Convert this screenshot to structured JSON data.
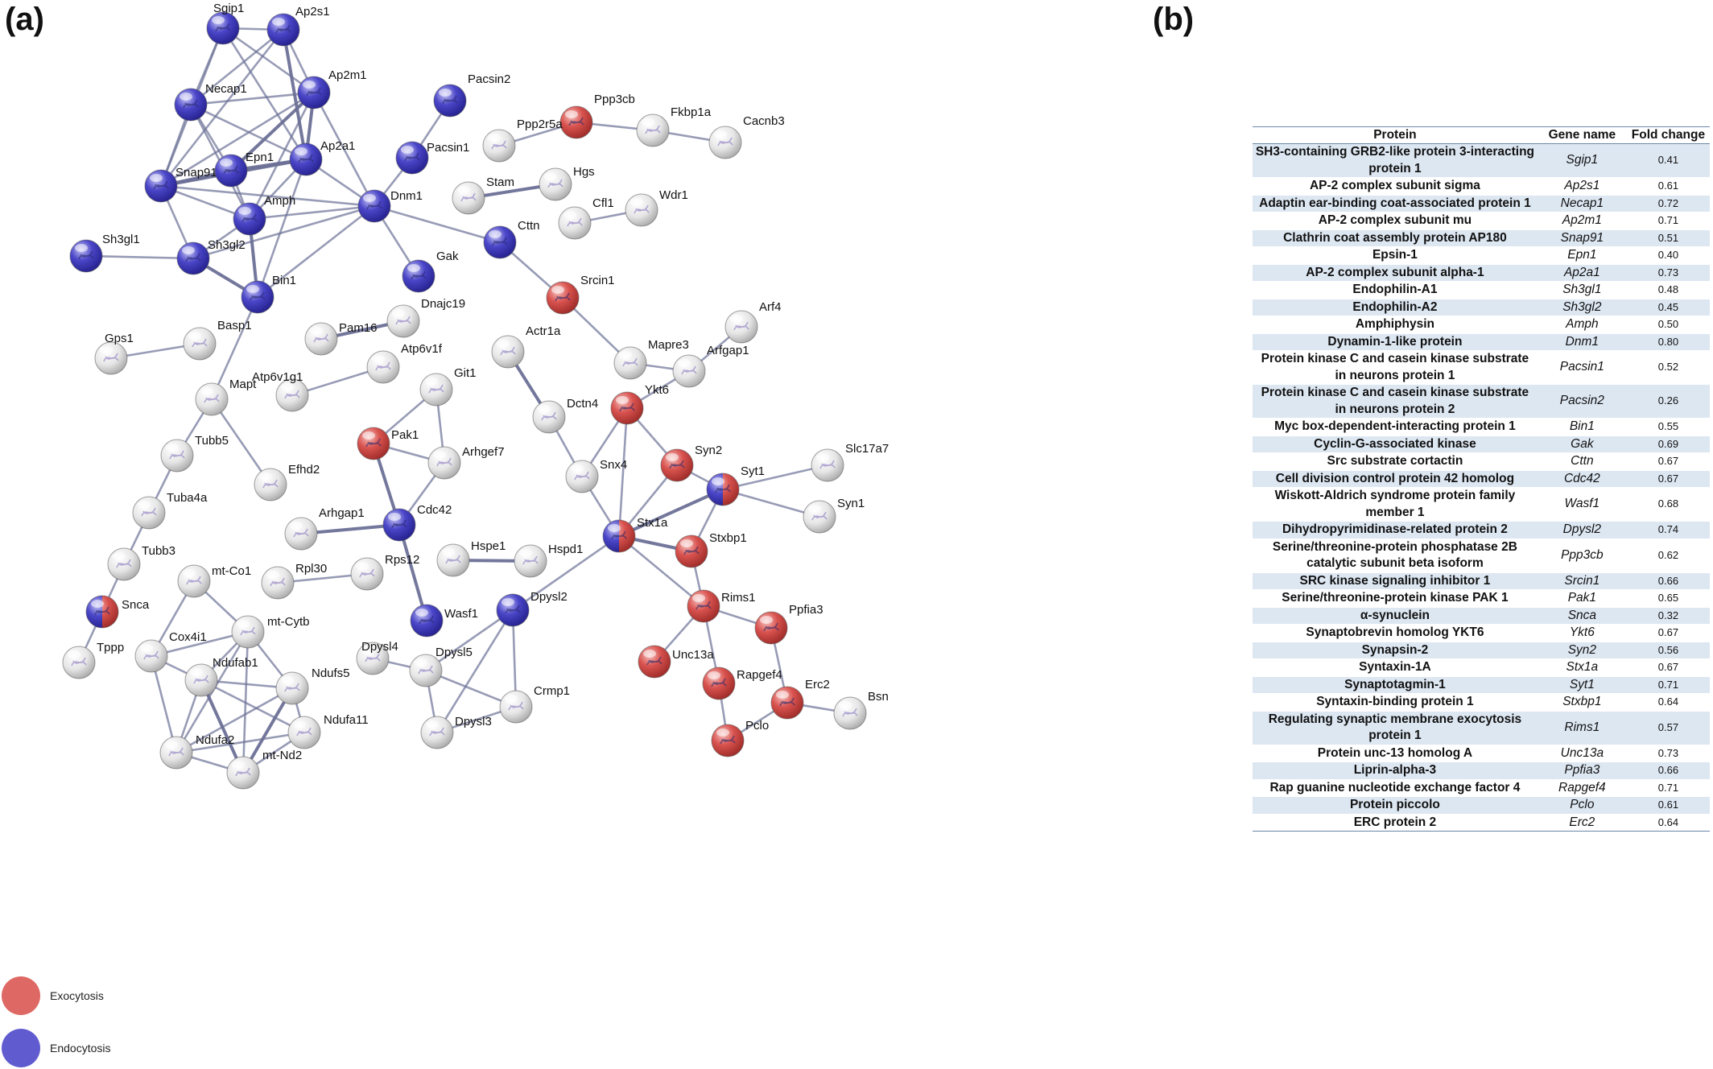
{
  "panel_labels": {
    "network": "(a)",
    "table": "(b)"
  },
  "colors": {
    "exocytosis": "#d9534f",
    "endocytosis": "#4a46c8",
    "neutral": "#e4e4e4",
    "edge": "#6b7096"
  },
  "legend": [
    {
      "label": "Exocytosis",
      "category": "exo"
    },
    {
      "label": "Endocytosis",
      "category": "endo"
    }
  ],
  "network": {
    "nodes": [
      {
        "id": "Sgip1",
        "cat": "endo"
      },
      {
        "id": "Ap2s1",
        "cat": "endo"
      },
      {
        "id": "Necap1",
        "cat": "endo"
      },
      {
        "id": "Ap2m1",
        "cat": "endo"
      },
      {
        "id": "Snap91",
        "cat": "endo"
      },
      {
        "id": "Epn1",
        "cat": "endo"
      },
      {
        "id": "Ap2a1",
        "cat": "endo"
      },
      {
        "id": "Sh3gl1",
        "cat": "endo"
      },
      {
        "id": "Sh3gl2",
        "cat": "endo"
      },
      {
        "id": "Amph",
        "cat": "endo"
      },
      {
        "id": "Dnm1",
        "cat": "endo"
      },
      {
        "id": "Pacsin1",
        "cat": "endo"
      },
      {
        "id": "Pacsin2",
        "cat": "endo"
      },
      {
        "id": "Bin1",
        "cat": "endo"
      },
      {
        "id": "Gak",
        "cat": "endo"
      },
      {
        "id": "Cttn",
        "cat": "endo"
      },
      {
        "id": "Cdc42",
        "cat": "endo"
      },
      {
        "id": "Wasf1",
        "cat": "endo"
      },
      {
        "id": "Dpysl2",
        "cat": "endo"
      },
      {
        "id": "Ppp3cb",
        "cat": "exo"
      },
      {
        "id": "Srcin1",
        "cat": "exo"
      },
      {
        "id": "Pak1",
        "cat": "exo"
      },
      {
        "id": "Ykt6",
        "cat": "exo"
      },
      {
        "id": "Syn2",
        "cat": "exo"
      },
      {
        "id": "Stxbp1",
        "cat": "exo"
      },
      {
        "id": "Rims1",
        "cat": "exo"
      },
      {
        "id": "Ppfia3",
        "cat": "exo"
      },
      {
        "id": "Unc13a",
        "cat": "exo"
      },
      {
        "id": "Rapgef4",
        "cat": "exo"
      },
      {
        "id": "Erc2",
        "cat": "exo"
      },
      {
        "id": "Pclo",
        "cat": "exo"
      },
      {
        "id": "Snca",
        "cat": "both"
      },
      {
        "id": "Syt1",
        "cat": "both"
      },
      {
        "id": "Stx1a",
        "cat": "both"
      },
      {
        "id": "Fkbp1a",
        "cat": "none"
      },
      {
        "id": "Cacnb3",
        "cat": "none"
      },
      {
        "id": "Ppp2r5a",
        "cat": "none"
      },
      {
        "id": "Stam",
        "cat": "none"
      },
      {
        "id": "Hgs",
        "cat": "none"
      },
      {
        "id": "Cfl1",
        "cat": "none"
      },
      {
        "id": "Wdr1",
        "cat": "none"
      },
      {
        "id": "Gps1",
        "cat": "none"
      },
      {
        "id": "Basp1",
        "cat": "none"
      },
      {
        "id": "Pam16",
        "cat": "none"
      },
      {
        "id": "Dnajc19",
        "cat": "none"
      },
      {
        "id": "Atp6v1g1",
        "cat": "none"
      },
      {
        "id": "Atp6v1f",
        "cat": "none"
      },
      {
        "id": "Mapt",
        "cat": "none"
      },
      {
        "id": "Tubb5",
        "cat": "none"
      },
      {
        "id": "Efhd2",
        "cat": "none"
      },
      {
        "id": "Tuba4a",
        "cat": "none"
      },
      {
        "id": "Tubb3",
        "cat": "none"
      },
      {
        "id": "Tppp",
        "cat": "none"
      },
      {
        "id": "Actr1a",
        "cat": "none"
      },
      {
        "id": "Dctn4",
        "cat": "none"
      },
      {
        "id": "Mapre3",
        "cat": "none"
      },
      {
        "id": "Arfgap1",
        "cat": "none"
      },
      {
        "id": "Arf4",
        "cat": "none"
      },
      {
        "id": "Git1",
        "cat": "none"
      },
      {
        "id": "Arhgef7",
        "cat": "none"
      },
      {
        "id": "Snx4",
        "cat": "none"
      },
      {
        "id": "Slc17a7",
        "cat": "none"
      },
      {
        "id": "Syn1",
        "cat": "none"
      },
      {
        "id": "Arhgap1",
        "cat": "none"
      },
      {
        "id": "Rps12",
        "cat": "none"
      },
      {
        "id": "Rpl30",
        "cat": "none"
      },
      {
        "id": "Hspe1",
        "cat": "none"
      },
      {
        "id": "Hspd1",
        "cat": "none"
      },
      {
        "id": "mt-Co1",
        "cat": "none"
      },
      {
        "id": "Cox4i1",
        "cat": "none"
      },
      {
        "id": "mt-Cytb",
        "cat": "none"
      },
      {
        "id": "Ndufab1",
        "cat": "none"
      },
      {
        "id": "Ndufs5",
        "cat": "none"
      },
      {
        "id": "Ndufa11",
        "cat": "none"
      },
      {
        "id": "Ndufa2",
        "cat": "none"
      },
      {
        "id": "mt-Nd2",
        "cat": "none"
      },
      {
        "id": "Dpysl4",
        "cat": "none"
      },
      {
        "id": "Dpysl5",
        "cat": "none"
      },
      {
        "id": "Crmp1",
        "cat": "none"
      },
      {
        "id": "Dpysl3",
        "cat": "none"
      },
      {
        "id": "Bsn",
        "cat": "none"
      }
    ],
    "edges": [
      [
        "Sgip1",
        "Ap2s1"
      ],
      [
        "Sgip1",
        "Necap1"
      ],
      [
        "Sgip1",
        "Ap2m1"
      ],
      [
        "Sgip1",
        "Ap2a1"
      ],
      [
        "Sgip1",
        "Snap91"
      ],
      [
        "Ap2s1",
        "Necap1"
      ],
      [
        "Ap2s1",
        "Ap2m1"
      ],
      [
        "Ap2s1",
        "Ap2a1"
      ],
      [
        "Ap2s1",
        "Snap91"
      ],
      [
        "Necap1",
        "Ap2m1"
      ],
      [
        "Necap1",
        "Ap2a1"
      ],
      [
        "Necap1",
        "Snap91"
      ],
      [
        "Necap1",
        "Epn1"
      ],
      [
        "Necap1",
        "Amph"
      ],
      [
        "Ap2m1",
        "Ap2a1"
      ],
      [
        "Ap2m1",
        "Snap91"
      ],
      [
        "Ap2m1",
        "Epn1"
      ],
      [
        "Ap2m1",
        "Dnm1"
      ],
      [
        "Ap2m1",
        "Amph"
      ],
      [
        "Snap91",
        "Epn1"
      ],
      [
        "Snap91",
        "Ap2a1"
      ],
      [
        "Snap91",
        "Amph"
      ],
      [
        "Snap91",
        "Sh3gl2"
      ],
      [
        "Epn1",
        "Ap2a1"
      ],
      [
        "Epn1",
        "Amph"
      ],
      [
        "Ap2a1",
        "Dnm1"
      ],
      [
        "Ap2a1",
        "Amph"
      ],
      [
        "Ap2a1",
        "Bin1"
      ],
      [
        "Sh3gl1",
        "Sh3gl2"
      ],
      [
        "Sh3gl2",
        "Amph"
      ],
      [
        "Sh3gl2",
        "Dnm1"
      ],
      [
        "Sh3gl2",
        "Bin1"
      ],
      [
        "Amph",
        "Dnm1"
      ],
      [
        "Amph",
        "Bin1"
      ],
      [
        "Bin1",
        "Dnm1"
      ],
      [
        "Dnm1",
        "Pacsin1"
      ],
      [
        "Pacsin1",
        "Pacsin2"
      ],
      [
        "Dnm1",
        "Gak"
      ],
      [
        "Dnm1",
        "Cttn"
      ],
      [
        "Dnm1",
        "Snap91"
      ],
      [
        "Cttn",
        "Srcin1"
      ],
      [
        "Ppp2r5a",
        "Ppp3cb"
      ],
      [
        "Ppp3cb",
        "Fkbp1a"
      ],
      [
        "Fkbp1a",
        "Cacnb3"
      ],
      [
        "Stam",
        "Hgs"
      ],
      [
        "Cfl1",
        "Wdr1"
      ],
      [
        "Gps1",
        "Basp1"
      ],
      [
        "Pam16",
        "Dnajc19"
      ],
      [
        "Atp6v1g1",
        "Atp6v1f"
      ],
      [
        "Bin1",
        "Mapt"
      ],
      [
        "Mapt",
        "Tubb5"
      ],
      [
        "Mapt",
        "Efhd2"
      ],
      [
        "Tubb5",
        "Tuba4a"
      ],
      [
        "Tuba4a",
        "Tubb3"
      ],
      [
        "Tubb3",
        "Snca"
      ],
      [
        "Snca",
        "Tppp"
      ],
      [
        "Srcin1",
        "Mapre3"
      ],
      [
        "Mapre3",
        "Arfgap1"
      ],
      [
        "Arfgap1",
        "Arf4"
      ],
      [
        "Arfgap1",
        "Ykt6"
      ],
      [
        "Actr1a",
        "Dctn4"
      ],
      [
        "Dctn4",
        "Snx4"
      ],
      [
        "Git1",
        "Arhgef7"
      ],
      [
        "Git1",
        "Pak1"
      ],
      [
        "Pak1",
        "Arhgef7"
      ],
      [
        "Pak1",
        "Cdc42"
      ],
      [
        "Arhgef7",
        "Cdc42"
      ],
      [
        "Arhgap1",
        "Cdc42"
      ],
      [
        "Cdc42",
        "Wasf1"
      ],
      [
        "Rps12",
        "Rpl30"
      ],
      [
        "Hspe1",
        "Hspd1"
      ],
      [
        "Ykt6",
        "Snx4"
      ],
      [
        "Ykt6",
        "Syn2"
      ],
      [
        "Ykt6",
        "Stx1a"
      ],
      [
        "Snx4",
        "Stx1a"
      ],
      [
        "Syn2",
        "Stx1a"
      ],
      [
        "Syn2",
        "Syt1"
      ],
      [
        "Syt1",
        "Stx1a"
      ],
      [
        "Syt1",
        "Slc17a7"
      ],
      [
        "Syt1",
        "Syn1"
      ],
      [
        "Syt1",
        "Stxbp1"
      ],
      [
        "Stx1a",
        "Stxbp1"
      ],
      [
        "Stx1a",
        "Rims1"
      ],
      [
        "Stx1a",
        "Dpysl2"
      ],
      [
        "Stxbp1",
        "Rims1"
      ],
      [
        "Rims1",
        "Ppfia3"
      ],
      [
        "Rims1",
        "Unc13a"
      ],
      [
        "Rims1",
        "Rapgef4"
      ],
      [
        "Ppfia3",
        "Erc2"
      ],
      [
        "Rapgef4",
        "Pclo"
      ],
      [
        "Erc2",
        "Pclo"
      ],
      [
        "Erc2",
        "Bsn"
      ],
      [
        "Dpysl2",
        "Dpysl5"
      ],
      [
        "Dpysl2",
        "Dpysl3"
      ],
      [
        "Dpysl2",
        "Crmp1"
      ],
      [
        "Dpysl4",
        "Dpysl5"
      ],
      [
        "Dpysl5",
        "Dpysl3"
      ],
      [
        "Dpysl5",
        "Crmp1"
      ],
      [
        "Dpysl3",
        "Crmp1"
      ],
      [
        "mt-Co1",
        "Cox4i1"
      ],
      [
        "mt-Co1",
        "mt-Cytb"
      ],
      [
        "Cox4i1",
        "mt-Cytb"
      ],
      [
        "Cox4i1",
        "Ndufa2"
      ],
      [
        "mt-Cytb",
        "Ndufab1"
      ],
      [
        "mt-Cytb",
        "Ndufs5"
      ],
      [
        "mt-Cytb",
        "mt-Nd2"
      ],
      [
        "mt-Cytb",
        "Ndufa2"
      ],
      [
        "Ndufab1",
        "Ndufs5"
      ],
      [
        "Ndufab1",
        "Ndufa11"
      ],
      [
        "Ndufab1",
        "Ndufa2"
      ],
      [
        "Ndufab1",
        "mt-Nd2"
      ],
      [
        "Ndufs5",
        "Ndufa11"
      ],
      [
        "Ndufs5",
        "Ndufa2"
      ],
      [
        "Ndufs5",
        "mt-Nd2"
      ],
      [
        "Ndufa11",
        "Ndufa2"
      ],
      [
        "Ndufa11",
        "mt-Nd2"
      ],
      [
        "Ndufa2",
        "mt-Nd2"
      ],
      [
        "Cox4i1",
        "Ndufab1"
      ]
    ]
  },
  "table": {
    "headers": [
      "Protein",
      "Gene name",
      "Fold change"
    ],
    "rows": [
      {
        "protein": "SH3-containing GRB2-like protein 3-interacting protein 1",
        "gene": "Sgip1",
        "fold": "0.41"
      },
      {
        "protein": "AP-2 complex subunit sigma",
        "gene": "Ap2s1",
        "fold": "0.61"
      },
      {
        "protein": "Adaptin ear-binding coat-associated protein 1",
        "gene": "Necap1",
        "fold": "0.72"
      },
      {
        "protein": "AP-2 complex subunit mu",
        "gene": "Ap2m1",
        "fold": "0.71"
      },
      {
        "protein": "Clathrin coat assembly protein AP180",
        "gene": "Snap91",
        "fold": "0.51"
      },
      {
        "protein": "Epsin-1",
        "gene": "Epn1",
        "fold": "0.40"
      },
      {
        "protein": "AP-2 complex subunit alpha-1",
        "gene": "Ap2a1",
        "fold": "0.73"
      },
      {
        "protein": "Endophilin-A1",
        "gene": "Sh3gl1",
        "fold": "0.48"
      },
      {
        "protein": "Endophilin-A2",
        "gene": "Sh3gl2",
        "fold": "0.45"
      },
      {
        "protein": "Amphiphysin",
        "gene": "Amph",
        "fold": "0.50"
      },
      {
        "protein": "Dynamin-1-like protein",
        "gene": "Dnm1",
        "fold": "0.80"
      },
      {
        "protein": "Protein kinase C and casein kinase substrate in neurons protein 1",
        "gene": "Pacsin1",
        "fold": "0.52"
      },
      {
        "protein": "Protein kinase C and casein kinase substrate in neurons protein 2",
        "gene": "Pacsin2",
        "fold": "0.26"
      },
      {
        "protein": "Myc box-dependent-interacting protein 1",
        "gene": "Bin1",
        "fold": "0.55"
      },
      {
        "protein": "Cyclin-G-associated kinase",
        "gene": "Gak",
        "fold": "0.69"
      },
      {
        "protein": "Src substrate cortactin",
        "gene": "Cttn",
        "fold": "0.67"
      },
      {
        "protein": "Cell division control protein 42 homolog",
        "gene": "Cdc42",
        "fold": "0.67"
      },
      {
        "protein": "Wiskott-Aldrich syndrome protein family member 1",
        "gene": "Wasf1",
        "fold": "0.68"
      },
      {
        "protein": "Dihydropyrimidinase-related protein 2",
        "gene": "Dpysl2",
        "fold": "0.74"
      },
      {
        "protein": "Serine/threonine-protein phosphatase 2B catalytic subunit beta isoform",
        "gene": "Ppp3cb",
        "fold": "0.62"
      },
      {
        "protein": "SRC kinase signaling inhibitor 1",
        "gene": "Srcin1",
        "fold": "0.66"
      },
      {
        "protein": "Serine/threonine-protein kinase PAK 1",
        "gene": "Pak1",
        "fold": "0.65"
      },
      {
        "protein": "α-synuclein",
        "gene": "Snca",
        "fold": "0.32"
      },
      {
        "protein": "Synaptobrevin homolog YKT6",
        "gene": "Ykt6",
        "fold": "0.67"
      },
      {
        "protein": "Synapsin-2",
        "gene": "Syn2",
        "fold": "0.56"
      },
      {
        "protein": "Syntaxin-1A",
        "gene": "Stx1a",
        "fold": "0.67"
      },
      {
        "protein": "Synaptotagmin-1",
        "gene": "Syt1",
        "fold": "0.71"
      },
      {
        "protein": "Syntaxin-binding protein 1",
        "gene": "Stxbp1",
        "fold": "0.64"
      },
      {
        "protein": "Regulating synaptic membrane exocytosis protein 1",
        "gene": "Rims1",
        "fold": "0.57"
      },
      {
        "protein": "Protein unc-13 homolog A",
        "gene": "Unc13a",
        "fold": "0.73"
      },
      {
        "protein": "Liprin-alpha-3",
        "gene": "Ppfia3",
        "fold": "0.66"
      },
      {
        "protein": "Rap guanine nucleotide exchange factor 4",
        "gene": "Rapgef4",
        "fold": "0.71"
      },
      {
        "protein": "Protein piccolo",
        "gene": "Pclo",
        "fold": "0.61"
      },
      {
        "protein": "ERC protein 2",
        "gene": "Erc2",
        "fold": "0.64"
      }
    ]
  }
}
